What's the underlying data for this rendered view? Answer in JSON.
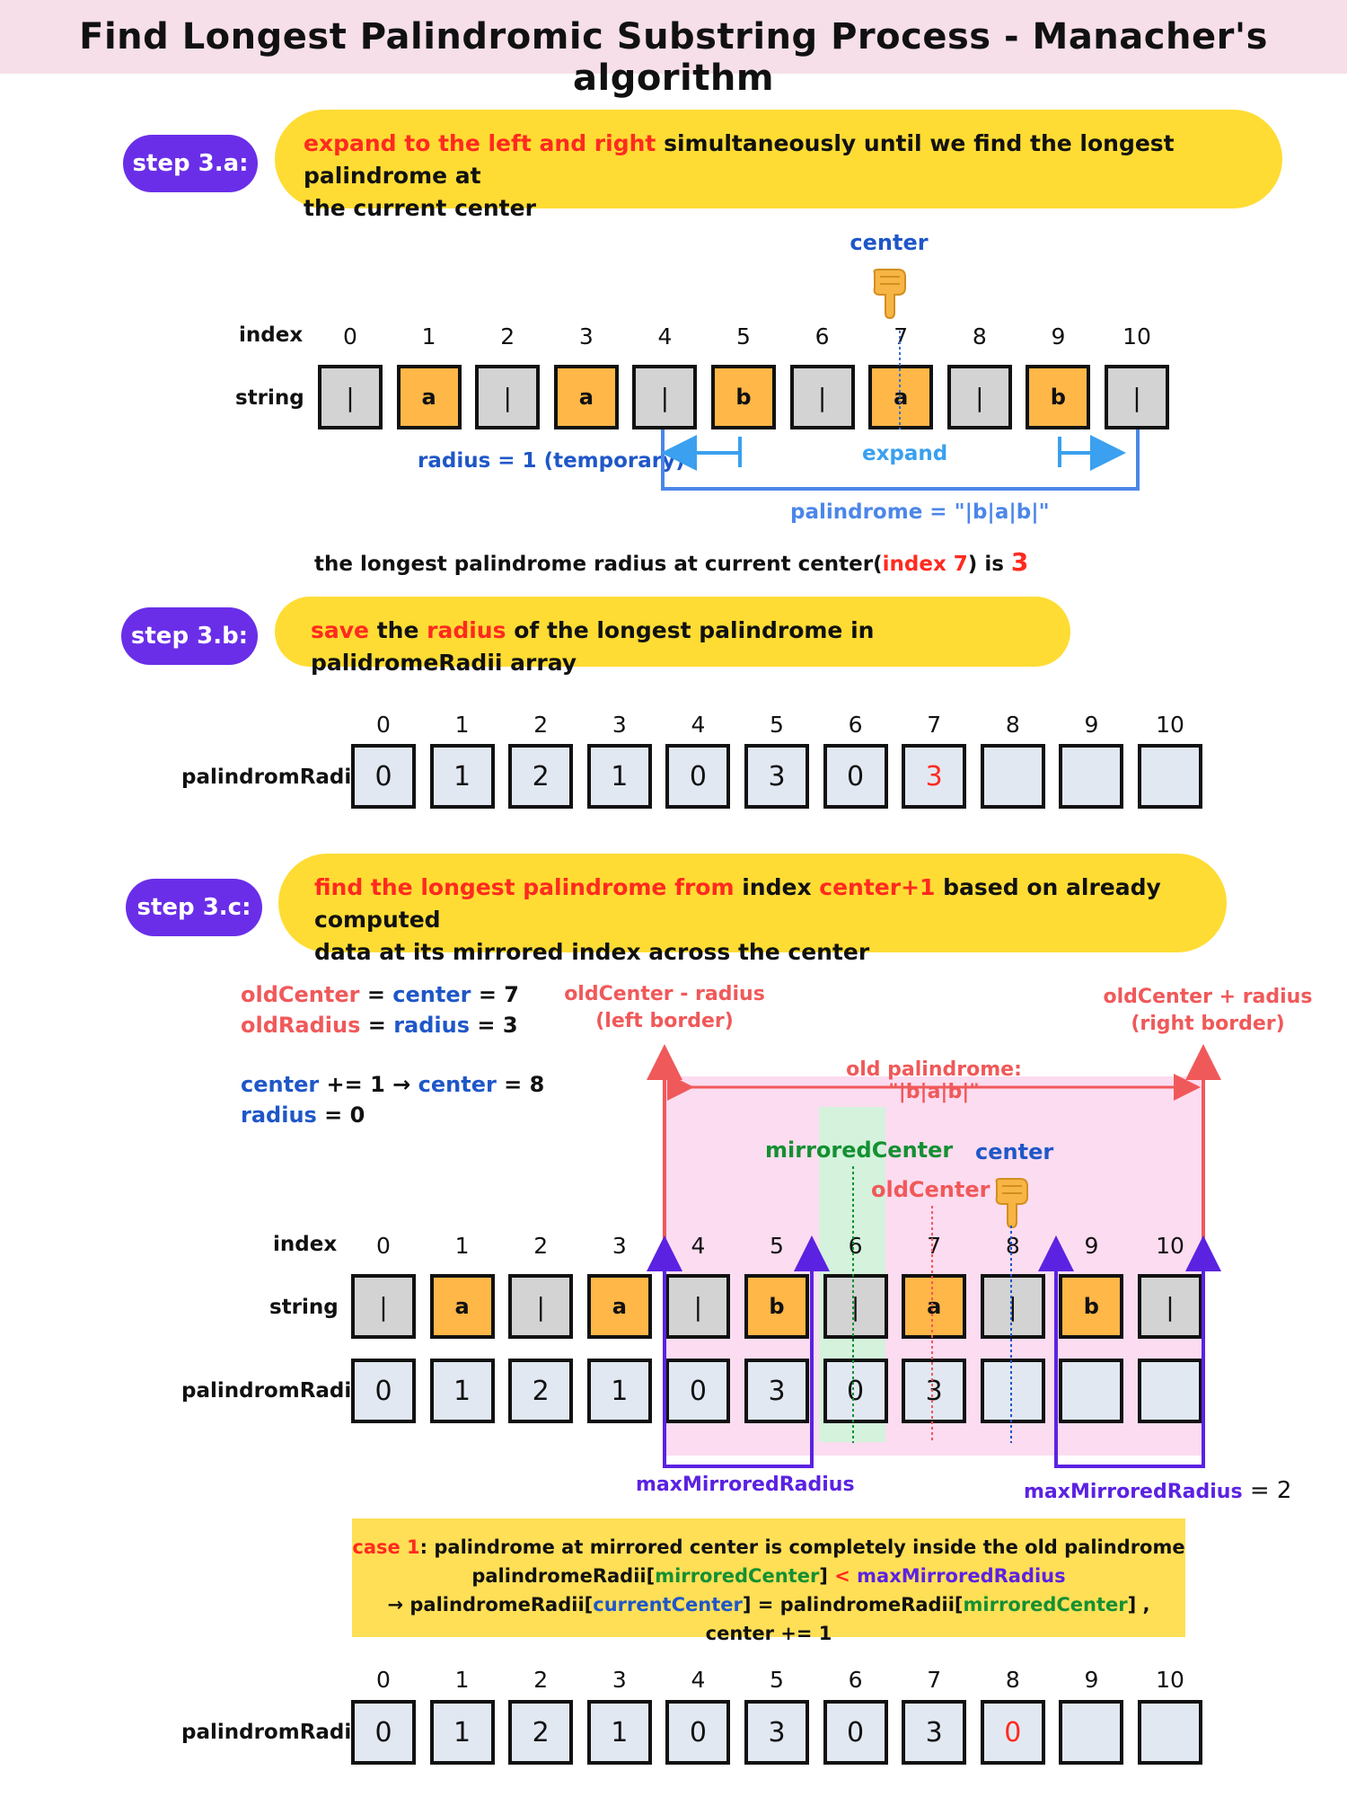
{
  "title": "Find Longest Palindromic Substring Process - Manacher's algorithm",
  "colors": {
    "label_bg": "#6a2ee8",
    "pill_bg": "#ffdc34",
    "char_box": "#ffb748",
    "sep_box": "#d3d3d3",
    "radius_box": "#e2e8f2",
    "old_palindrome_bg": "#fcdcf0",
    "mirrored_bg": "#d4f2dc"
  },
  "step_a": {
    "label": "step 3.a:",
    "text_red": "expand to the left and right",
    "text_rest1": " simultaneously until we find the longest palindrome at",
    "text_rest2": "the current center",
    "center_label": "center",
    "hand_icon": "pointing-down-hand",
    "index_label": "index",
    "string_label": "string",
    "indices": [
      "0",
      "1",
      "2",
      "3",
      "4",
      "5",
      "6",
      "7",
      "8",
      "9",
      "10"
    ],
    "chars": [
      "|",
      "a",
      "|",
      "a",
      "|",
      "b",
      "|",
      "a",
      "|",
      "b",
      "|"
    ],
    "radius_note": "radius = 1 (temporary)",
    "expand_label": "expand",
    "palindrome_label": "palindrome = \"|b|a|b|\"",
    "summary_a": "the longest palindrome radius at current center(",
    "summary_b": "index 7",
    "summary_c": ") is ",
    "summary_d": "3"
  },
  "step_b": {
    "label": "step 3.b:",
    "text_a": "save",
    "text_b": " the ",
    "text_c": "radius",
    "text_d": " of the longest palindrome in palidromeRadii array",
    "row_label": "palindromRadii",
    "indices": [
      "0",
      "1",
      "2",
      "3",
      "4",
      "5",
      "6",
      "7",
      "8",
      "9",
      "10"
    ],
    "values": [
      "0",
      "1",
      "2",
      "1",
      "0",
      "3",
      "0",
      "3",
      "",
      "",
      ""
    ],
    "highlight_index": 7
  },
  "step_c": {
    "label": "step 3.c:",
    "text_a": "find the longest palindrome from",
    "text_b": " index ",
    "text_c": "center+1",
    "text_d": " based on already computed",
    "text_e": "data at its mirrored index across the center",
    "vars": {
      "l1a": "oldCenter",
      "l1b": " = ",
      "l1c": "center",
      "l1d": " = 7",
      "l2a": "oldRadius",
      "l2b": " = ",
      "l2c": "radius",
      "l2d": " = 3",
      "l3a": "center",
      "l3b": " += 1 → ",
      "l3c": "center",
      "l3d": " = 8",
      "l4a": "radius",
      "l4b": " = 0"
    },
    "left_border_1": "oldCenter - radius",
    "left_border_2": "(left border)",
    "right_border_1": "oldCenter + radius",
    "right_border_2": "(right border)",
    "old_palindrome": "old palindrome: \"|b|a|b|\"",
    "mirrored_center": "mirroredCenter",
    "center": "center",
    "old_center": "oldCenter",
    "index_label": "index",
    "string_label": "string",
    "radii_label": "palindromRadii",
    "indices": [
      "0",
      "1",
      "2",
      "3",
      "4",
      "5",
      "6",
      "7",
      "8",
      "9",
      "10"
    ],
    "chars": [
      "|",
      "a",
      "|",
      "a",
      "|",
      "b",
      "|",
      "a",
      "|",
      "b",
      "|"
    ],
    "values": [
      "0",
      "1",
      "2",
      "1",
      "0",
      "3",
      "0",
      "3",
      "",
      "",
      ""
    ],
    "max_left": "maxMirroredRadius",
    "max_right": "maxMirroredRadius",
    "max_right_val": " = 2"
  },
  "case": {
    "l1a": "case 1",
    "l1b": ": palindrome at mirrored center is completely inside the old palindrome",
    "l2a": "palindromeRadii[",
    "l2b": "mirroredCenter",
    "l2c": "] ",
    "l2d": "<",
    "l2e": " maxMirroredRadius",
    "l3a": "→ palindromeRadii[",
    "l3b": "currentCenter",
    "l3c": "] = palindromeRadii[",
    "l3d": "mirroredCenter",
    "l3e": "] , center += 1"
  },
  "final": {
    "row_label": "palindromRadii",
    "indices": [
      "0",
      "1",
      "2",
      "3",
      "4",
      "5",
      "6",
      "7",
      "8",
      "9",
      "10"
    ],
    "values": [
      "0",
      "1",
      "2",
      "1",
      "0",
      "3",
      "0",
      "3",
      "0",
      "",
      ""
    ],
    "highlight_index": 8
  }
}
